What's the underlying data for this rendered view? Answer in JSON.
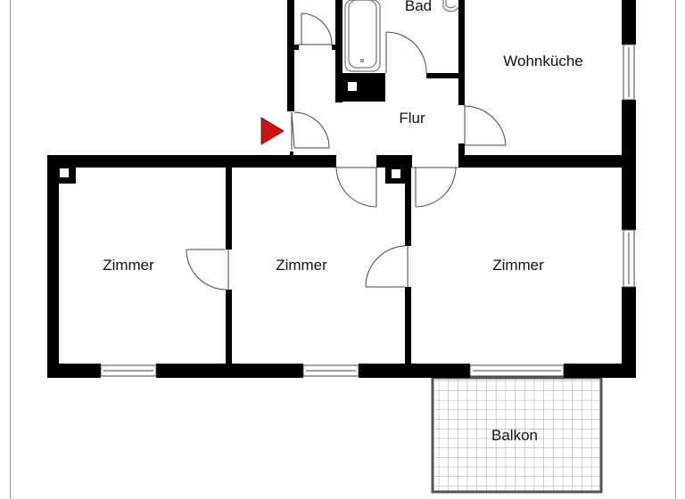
{
  "plan": {
    "rooms": [
      {
        "id": "bad",
        "label": "Bad"
      },
      {
        "id": "wohnkueche",
        "label": "Wohnküche"
      },
      {
        "id": "flur",
        "label": "Flur"
      },
      {
        "id": "zimmer-left",
        "label": "Zimmer"
      },
      {
        "id": "zimmer-middle",
        "label": "Zimmer"
      },
      {
        "id": "zimmer-right",
        "label": "Zimmer"
      },
      {
        "id": "balkon",
        "label": "Balkon"
      }
    ],
    "entrance_marker": {
      "icon": "entrance-arrow-icon",
      "color": "#d01010"
    },
    "colors": {
      "wall": "#000000",
      "frame": "#b88a88",
      "grid": "#9a9a9a"
    }
  }
}
